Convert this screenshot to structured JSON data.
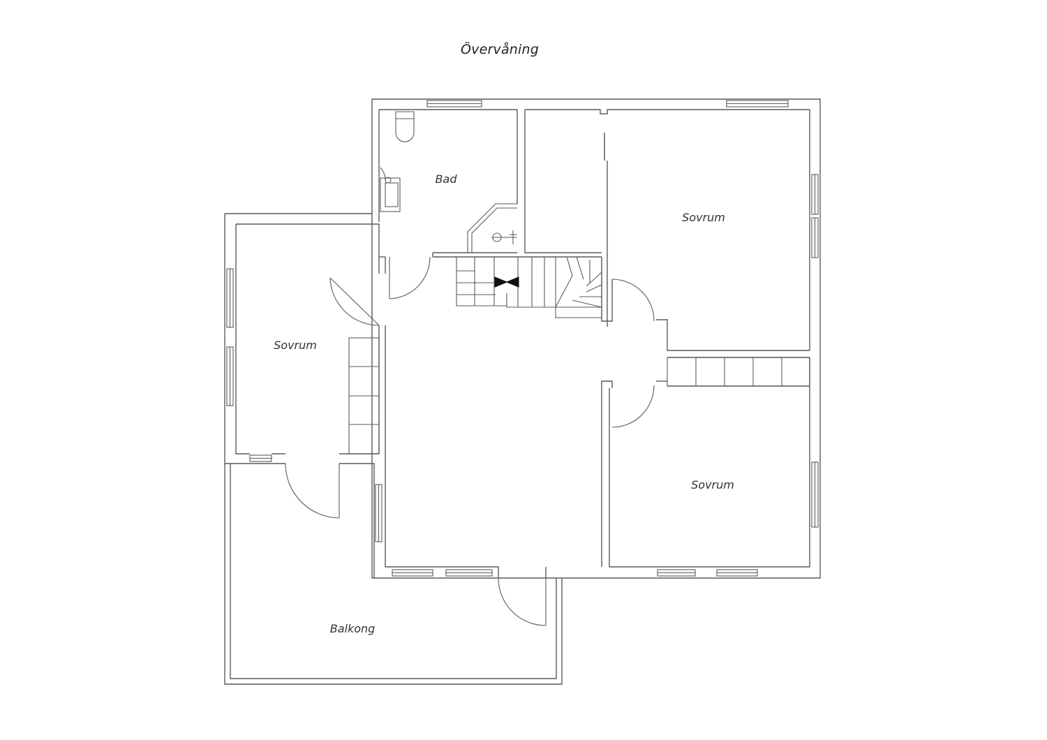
{
  "title": "Övervåning",
  "rooms": {
    "bad": "Bad",
    "sovrum_ne": "Sovrum",
    "sovrum_w": "Sovrum",
    "sovrum_se": "Sovrum",
    "balkong": "Balkong"
  },
  "colors": {
    "wall": "#5a5a5a",
    "background": "#ffffff"
  }
}
